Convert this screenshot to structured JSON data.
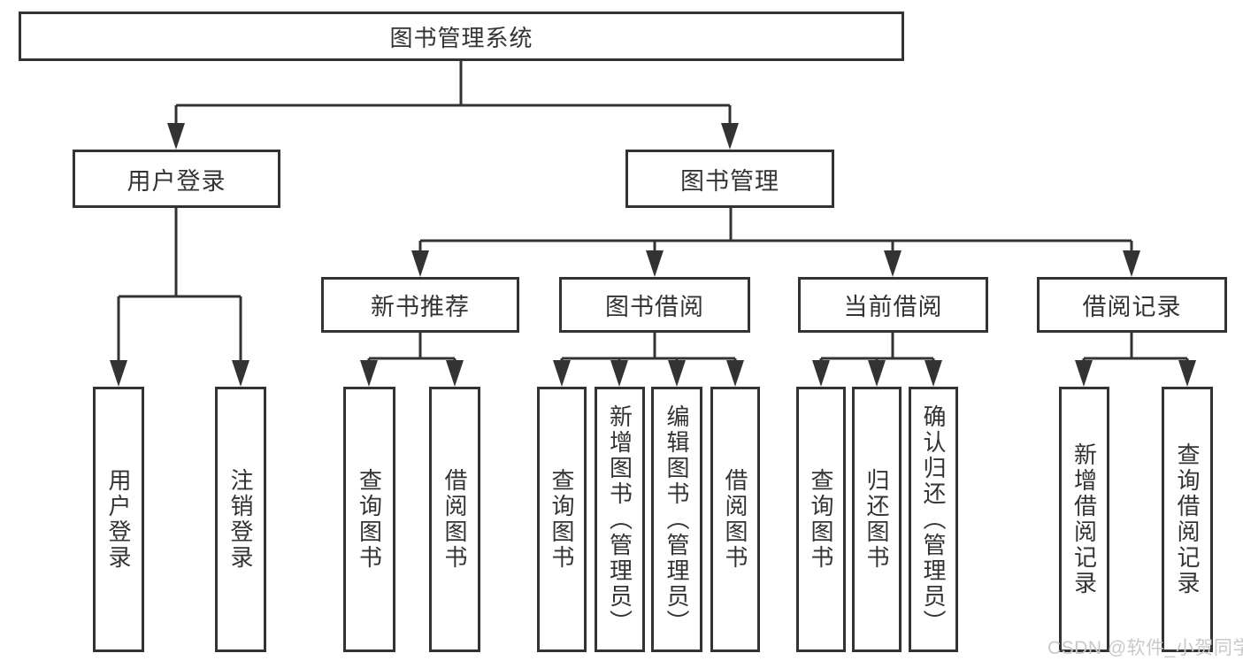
{
  "tree": {
    "root": {
      "label": "图书管理系统"
    },
    "branches": [
      {
        "label": "用户登录",
        "children": [
          "用户登录",
          "注销登录"
        ]
      },
      {
        "label": "图书管理",
        "groups": [
          {
            "label": "新书推荐",
            "children": [
              "查询图书",
              "借阅图书"
            ]
          },
          {
            "label": "图书借阅",
            "children": [
              "查询图书",
              "新增图书（管理员）",
              "编辑图书（管理员）",
              "借阅图书"
            ]
          },
          {
            "label": "当前借阅",
            "children": [
              "查询图书",
              "归还图书",
              "确认归还（管理员）"
            ]
          },
          {
            "label": "借阅记录",
            "children": [
              "新增借阅记录",
              "查询借阅记录"
            ]
          }
        ]
      }
    ]
  },
  "watermark": {
    "text": "CSDN @软件_小贺同学",
    "color": "#c9c9c9"
  },
  "colors": {
    "line": "#333333",
    "text": "#333333",
    "background": "#ffffff"
  }
}
